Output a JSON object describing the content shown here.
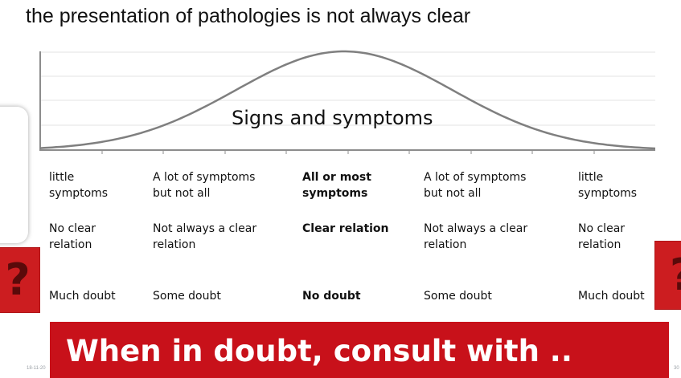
{
  "title": "the presentation of pathologies is not always clear",
  "curve_label": "Signs and symptoms",
  "grid": {
    "columns": [
      {
        "symptoms": "little\nsymptoms",
        "relation": "No clear\nrelation",
        "doubt": "Much doubt",
        "bold": false
      },
      {
        "symptoms": "A lot of symptoms\nbut not all",
        "relation": "Not always a clear\nrelation",
        "doubt": "Some doubt",
        "bold": false
      },
      {
        "symptoms": "All or most\nsymptoms",
        "relation": "Clear relation",
        "doubt": "No doubt",
        "bold": true
      },
      {
        "symptoms": "A lot of symptoms\nbut not all",
        "relation": "Not always a clear\nrelation",
        "doubt": "Some doubt",
        "bold": false
      },
      {
        "symptoms": "little\nsymptoms",
        "relation": "No clear\nrelation",
        "doubt": "Much doubt",
        "bold": false
      }
    ]
  },
  "banner": {
    "text": "When in doubt, consult with .."
  },
  "question_mark": "?",
  "footer": {
    "date": "18-11-20",
    "page": "30"
  },
  "colors": {
    "banner": "#c8111a",
    "question_box": "#cc1d20",
    "curve": "#7f7f7f",
    "gridline": "#e3e3e3"
  }
}
